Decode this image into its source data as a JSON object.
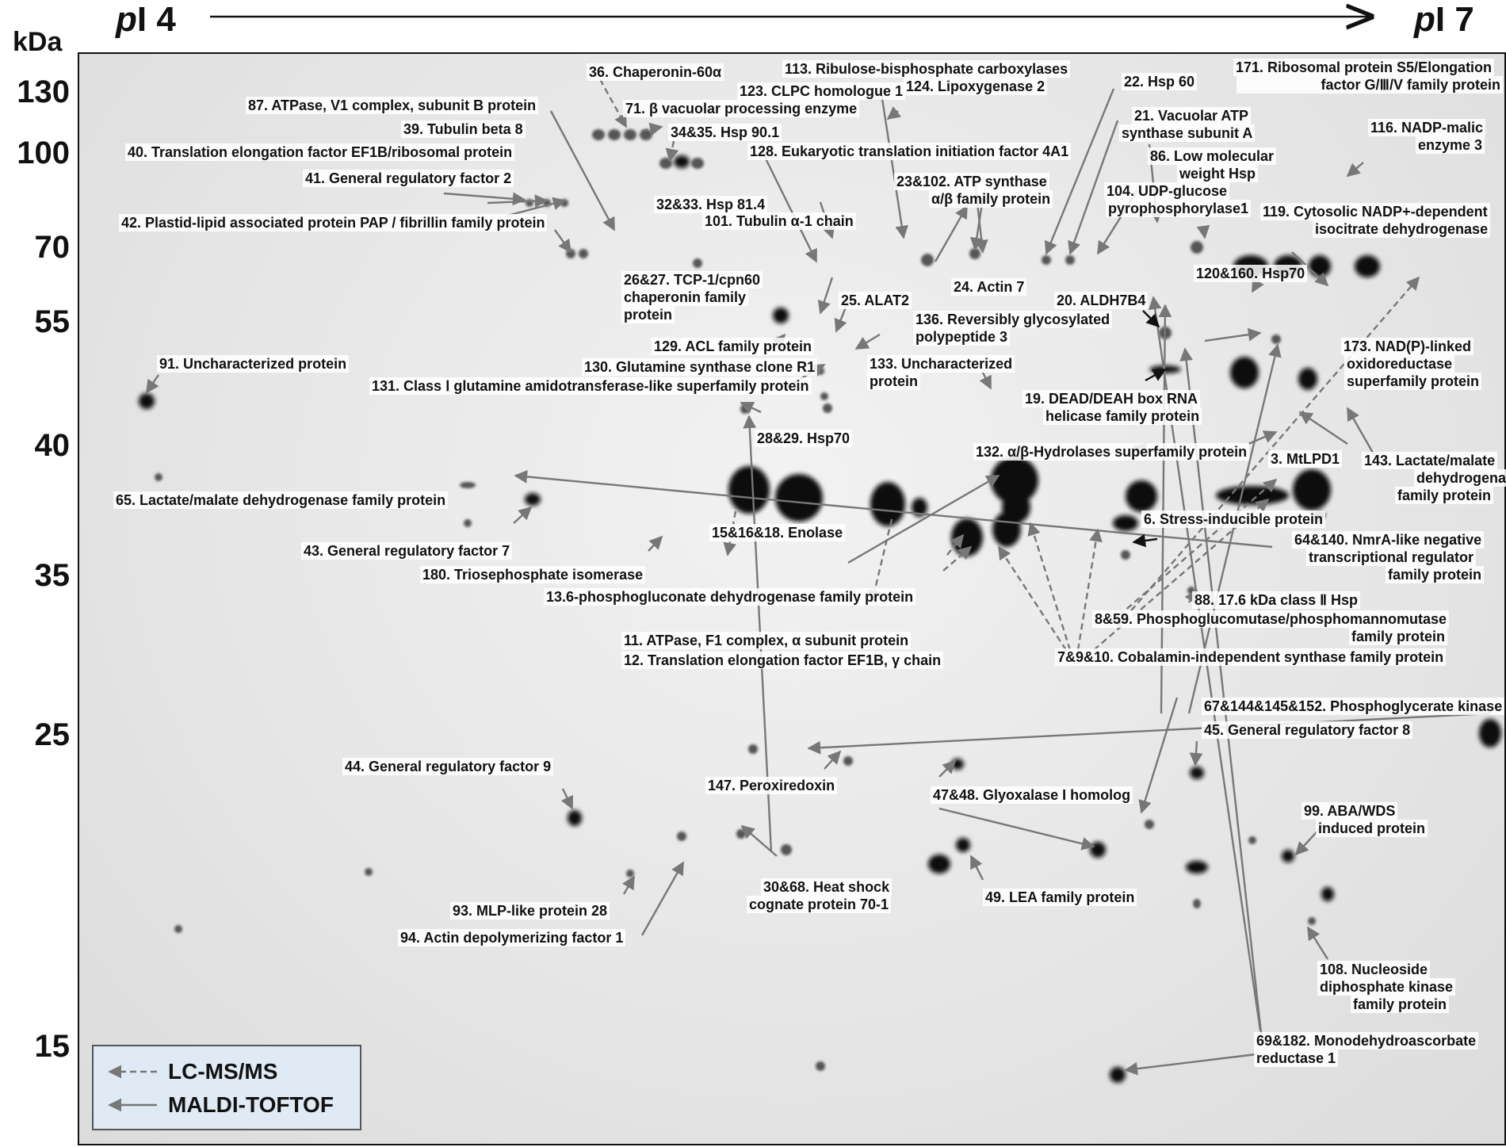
{
  "header": {
    "pi_left_prefix": "p",
    "pi_left_value": "I 4",
    "pi_right_prefix": "p",
    "pi_right_value": "I 7",
    "kda_label": "kDa"
  },
  "mw_markers": [
    "130",
    "100",
    "70",
    "55",
    "40",
    "35",
    "25",
    "15"
  ],
  "labels": {
    "l36": "36. Chaperonin-60α",
    "l113": "113. Ribulose-bisphosphate carboxylases",
    "l171a": "171. Ribosomal protein S5/Elongation",
    "l171b": "factor G/Ⅲ/V family protein",
    "l87": "87. ATPase, V1 complex, subunit B protein",
    "l123": "123. CLPC homologue 1",
    "l124": "124. Lipoxygenase 2",
    "l22": "22. Hsp 60",
    "l71": "71. β vacuolar processing enzyme",
    "l39": "39. Tubulin beta 8",
    "l3435": "34&35. Hsp 90.1",
    "l21a": "21. Vacuolar ATP",
    "l21b": "synthase subunit A",
    "l116a": "116. NADP-malic",
    "l116b": "enzyme 3",
    "l40": "40. Translation elongation factor EF1B/ribosomal protein",
    "l128": "128. Eukaryotic translation initiation factor 4A1",
    "l86a": "86. Low molecular",
    "l86b": "weight Hsp",
    "l41": "41. General regulatory factor 2",
    "l3233": "32&33. Hsp 81.4",
    "l23102a": "23&102. ATP synthase",
    "l23102b": "α/β family protein",
    "l104a": "104. UDP-glucose",
    "l104b": "pyrophosphorylase1",
    "l119a": "119. Cytosolic NADP+-dependent",
    "l119b": "isocitrate dehydrogenase",
    "l42": "42. Plastid-lipid associated protein PAP / fibrillin family protein",
    "l101": "101. Tubulin α-1 chain",
    "l2627a": "26&27. TCP-1/cpn60",
    "l2627b": "chaperonin family",
    "l2627c": "protein",
    "l24": "24. Actin 7",
    "l120160": "120&160. Hsp70",
    "l25": "25. ALAT2",
    "l20": "20. ALDH7B4",
    "l136a": "136. Reversibly glycosylated",
    "l136b": "polypeptide 3",
    "l129": "129. ACL family protein",
    "l173a": "173. NAD(P)-linked",
    "l173b": "oxidoreductase",
    "l173c": "superfamily protein",
    "l91": "91. Uncharacterized protein",
    "l130": "130. Glutamine synthase clone R1",
    "l133a": "133. Uncharacterized",
    "l133b": "protein",
    "l131": "131. Class  Ⅰ  glutamine amidotransferase-like superfamily protein",
    "l19a": "19. DEAD/DEAH box RNA",
    "l19b": "helicase family protein",
    "l2829": "28&29. Hsp70",
    "l132": "132. α/β-Hydrolases superfamily protein",
    "l3": "3. MtLPD1",
    "l143a": "143. Lactate/malate",
    "l143b": "dehydrogenase",
    "l143c": "family protein",
    "l65": "65. Lactate/malate dehydrogenase family protein",
    "l6": "6. Stress-inducible protein",
    "l43": "43. General regulatory factor 7",
    "l151618": "15&16&18. Enolase",
    "l64140a": "64&140. NmrA-like negative",
    "l64140b": "transcriptional regulator",
    "l64140c": "family protein",
    "l180": "180. Triosephosphate isomerase",
    "l13": "13.6-phosphogluconate dehydrogenase family protein",
    "l88": "88. 17.6 kDa class Ⅱ Hsp",
    "l859a": "8&59. Phosphoglucomutase/phosphomannomutase",
    "l859b": "family protein",
    "l11": "11. ATPase, F1 complex, α subunit protein",
    "l12": "12. Translation elongation factor EF1B, γ chain",
    "l7910": "7&9&10. Cobalamin-independent synthase family protein",
    "l67": "67&144&145&152. Phosphoglycerate kinase",
    "l45": "45. General regulatory factor 8",
    "l44": "44. General regulatory factor 9",
    "l147": "147. Peroxiredoxin",
    "l4748": "47&48. Glyoxalase I homolog",
    "l99a": "99. ABA/WDS",
    "l99b": "induced protein",
    "l3068a": "30&68. Heat shock",
    "l3068b": "cognate protein 70-1",
    "l49": "49. LEA family protein",
    "l93": "93. MLP-like protein 28",
    "l94": "94. Actin depolymerizing factor 1",
    "l108a": "108. Nucleoside",
    "l108b": "diphosphate kinase",
    "l108c": "family protein",
    "l69182a": "69&182. Monodehydroascorbate",
    "l69182b": "reductase 1"
  },
  "legend": {
    "dashed_label": "LC-MS/MS",
    "solid_label": "MALDI-TOFTOF"
  }
}
